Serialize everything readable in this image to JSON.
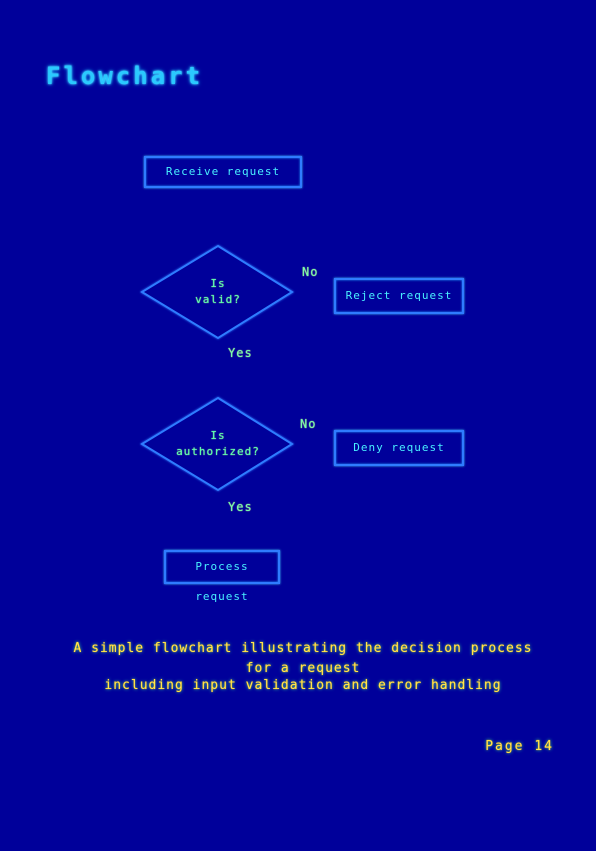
{
  "page": {
    "title": "Flowchart",
    "caption_line_1": "A simple flowchart illustrating the decision process for a request",
    "caption_line_2": "including input validation and error handling",
    "page_number": "Page 14"
  },
  "flowchart": {
    "start": "Receive request",
    "decision_1_line_1": "Is",
    "decision_1_line_2": "valid?",
    "decision_1_no_label": "No",
    "decision_1_yes_label": "Yes",
    "decision_1_no_action": "Reject request",
    "decision_2_line_1": "Is",
    "decision_2_line_2": "authorized?",
    "decision_2_no_label": "No",
    "decision_2_yes_label": "Yes",
    "decision_2_no_action": "Deny request",
    "end": "Process request"
  },
  "colors": {
    "background": "#00009a",
    "stroke": "#2f7cff",
    "glow": "#49f0ff",
    "text_warm": "#ffe94a"
  }
}
